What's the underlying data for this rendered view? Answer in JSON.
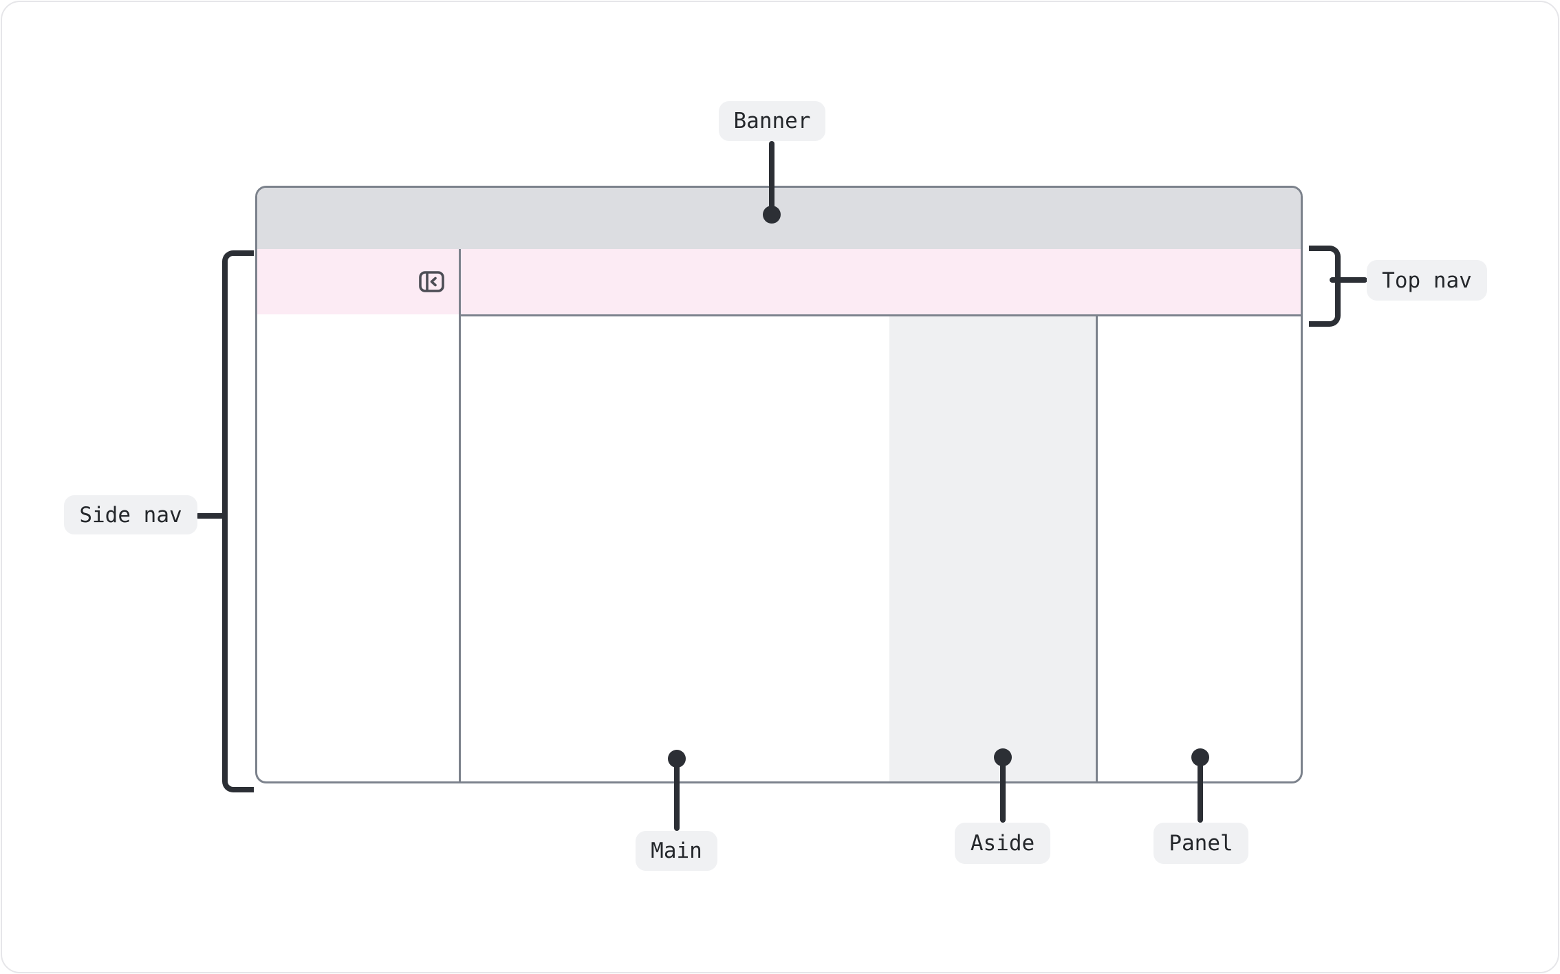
{
  "diagram": {
    "labels": {
      "banner": "Banner",
      "top_nav": "Top nav",
      "side_nav": "Side nav",
      "main": "Main",
      "aside": "Aside",
      "panel": "Panel"
    },
    "icons": {
      "collapse_sidebar": "panel-left-collapse-icon"
    },
    "colors": {
      "banner_fill": "#dcdde1",
      "top_nav_fill": "#fcebf4",
      "aside_fill": "#eff0f2",
      "frame_border": "#7c828c",
      "label_pill_bg": "#f0f1f3",
      "label_text": "#24272b",
      "connector": "#2c2f35",
      "icon_stroke": "#4c4d55",
      "card_border": "#e6e6e9",
      "background": "#ffffff"
    }
  }
}
